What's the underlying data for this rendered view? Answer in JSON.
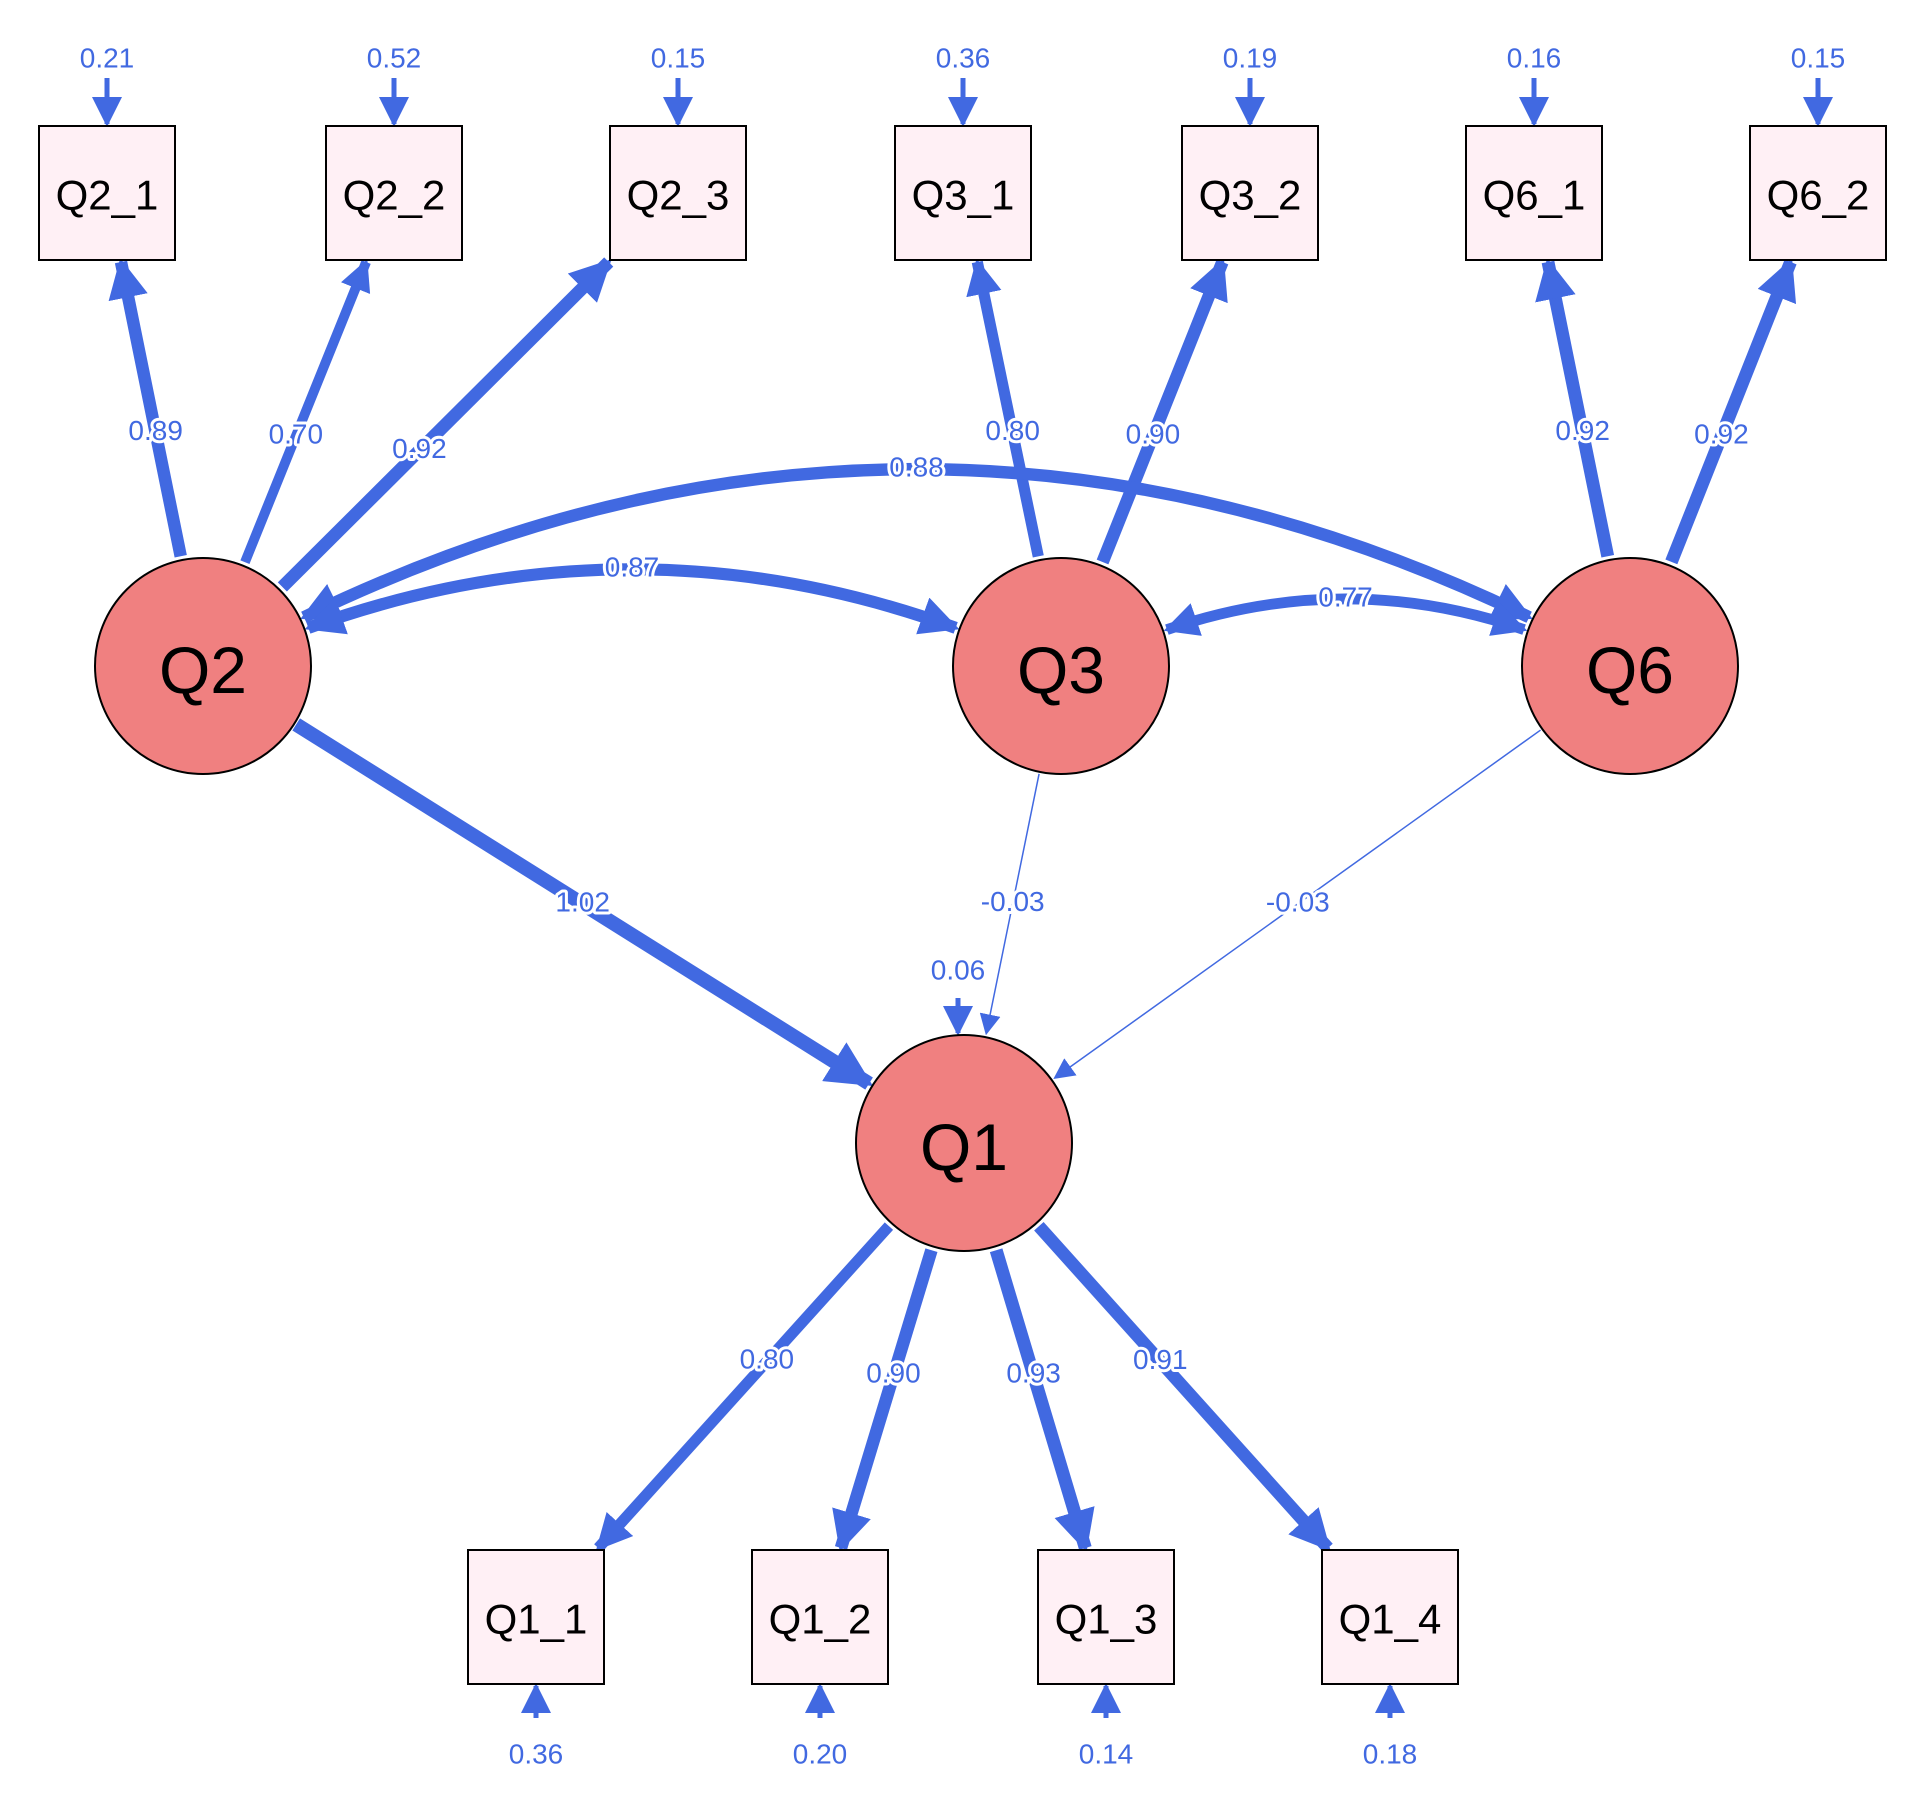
{
  "colors": {
    "latent_fill": "#f08080",
    "manifest_fill": "#fff0f5",
    "edge": "#4169e1",
    "border": "#000000"
  },
  "latents": [
    {
      "id": "Q2",
      "label": "Q2"
    },
    {
      "id": "Q3",
      "label": "Q3"
    },
    {
      "id": "Q6",
      "label": "Q6"
    },
    {
      "id": "Q1",
      "label": "Q1"
    }
  ],
  "manifests": [
    {
      "id": "Q2_1",
      "label": "Q2_1",
      "residual": "0.21"
    },
    {
      "id": "Q2_2",
      "label": "Q2_2",
      "residual": "0.52"
    },
    {
      "id": "Q2_3",
      "label": "Q2_3",
      "residual": "0.15"
    },
    {
      "id": "Q3_1",
      "label": "Q3_1",
      "residual": "0.36"
    },
    {
      "id": "Q3_2",
      "label": "Q3_2",
      "residual": "0.19"
    },
    {
      "id": "Q6_1",
      "label": "Q6_1",
      "residual": "0.16"
    },
    {
      "id": "Q6_2",
      "label": "Q6_2",
      "residual": "0.15"
    },
    {
      "id": "Q1_1",
      "label": "Q1_1",
      "residual": "0.36"
    },
    {
      "id": "Q1_2",
      "label": "Q1_2",
      "residual": "0.20"
    },
    {
      "id": "Q1_3",
      "label": "Q1_3",
      "residual": "0.14"
    },
    {
      "id": "Q1_4",
      "label": "Q1_4",
      "residual": "0.18"
    }
  ],
  "loadings": [
    {
      "from": "Q2",
      "to": "Q2_1",
      "value": "0.89"
    },
    {
      "from": "Q2",
      "to": "Q2_2",
      "value": "0.70"
    },
    {
      "from": "Q2",
      "to": "Q2_3",
      "value": "0.92"
    },
    {
      "from": "Q3",
      "to": "Q3_1",
      "value": "0.80"
    },
    {
      "from": "Q3",
      "to": "Q3_2",
      "value": "0.90"
    },
    {
      "from": "Q6",
      "to": "Q6_1",
      "value": "0.92"
    },
    {
      "from": "Q6",
      "to": "Q6_2",
      "value": "0.92"
    },
    {
      "from": "Q1",
      "to": "Q1_1",
      "value": "0.80"
    },
    {
      "from": "Q1",
      "to": "Q1_2",
      "value": "0.90"
    },
    {
      "from": "Q1",
      "to": "Q1_3",
      "value": "0.93"
    },
    {
      "from": "Q1",
      "to": "Q1_4",
      "value": "0.91"
    }
  ],
  "regressions": [
    {
      "from": "Q2",
      "to": "Q1",
      "value": "1.02"
    },
    {
      "from": "Q3",
      "to": "Q1",
      "value": "-0.03"
    },
    {
      "from": "Q6",
      "to": "Q1",
      "value": "-0.03"
    }
  ],
  "covariances": [
    {
      "a": "Q2",
      "b": "Q6",
      "value": "0.88"
    },
    {
      "a": "Q2",
      "b": "Q3",
      "value": "0.87"
    },
    {
      "a": "Q3",
      "b": "Q6",
      "value": "0.77"
    }
  ],
  "latent_residuals": [
    {
      "node": "Q1",
      "value": "0.06"
    }
  ]
}
